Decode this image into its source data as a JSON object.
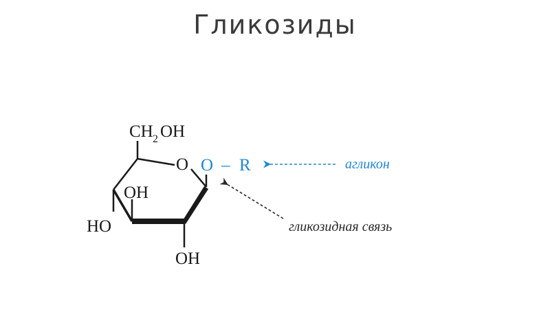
{
  "title": "Гликозиды",
  "molecule": {
    "ch2oh_ch": "CH",
    "ch2oh_sub": "2",
    "ch2oh_oh": "OH",
    "ring_oxygen": "O",
    "oh_ring_inner": "OH",
    "ho_left": "HO",
    "oh_bottom": "OH",
    "glycoside_o": "O",
    "glycoside_dash": "–",
    "aglycone_r": "R"
  },
  "annotations": {
    "aglycone": "агликон",
    "glycosidic_bond": "гликозидная связь"
  },
  "colors": {
    "accent_blue": "#1e88d8",
    "structure": "#1a1a1a",
    "title": "#3a3a3a"
  }
}
